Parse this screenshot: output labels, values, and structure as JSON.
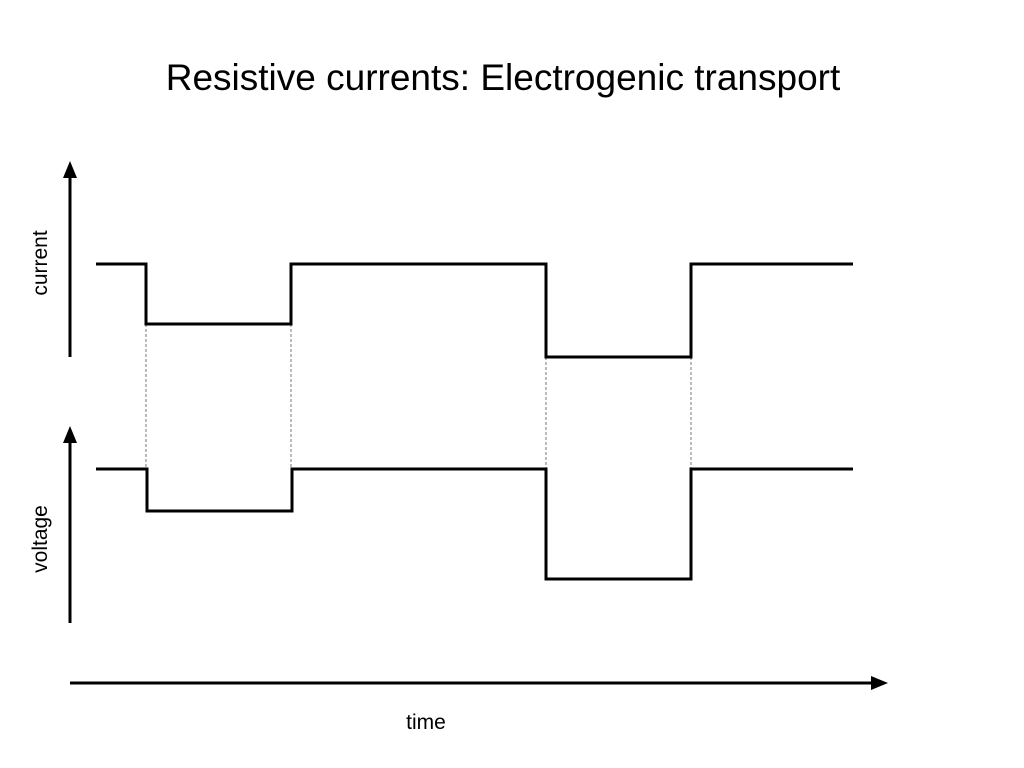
{
  "title": "Resistive currents: Electrogenic transport",
  "axes": {
    "current_label": "current",
    "voltage_label": "voltage",
    "time_label": "time"
  },
  "colors": {
    "trace": "#000000",
    "guide": "#777777"
  },
  "chart_data": {
    "type": "line",
    "title": "Resistive currents: Electrogenic transport",
    "xlabel": "time",
    "series": [
      {
        "name": "current",
        "steps": [
          {
            "level": "baseline"
          },
          {
            "level": "step down"
          },
          {
            "level": "baseline"
          },
          {
            "level": "larger step down"
          },
          {
            "level": "baseline"
          }
        ]
      },
      {
        "name": "voltage",
        "steps": [
          {
            "level": "baseline"
          },
          {
            "level": "step down"
          },
          {
            "level": "baseline"
          },
          {
            "level": "larger step down"
          },
          {
            "level": "baseline"
          }
        ]
      }
    ]
  }
}
